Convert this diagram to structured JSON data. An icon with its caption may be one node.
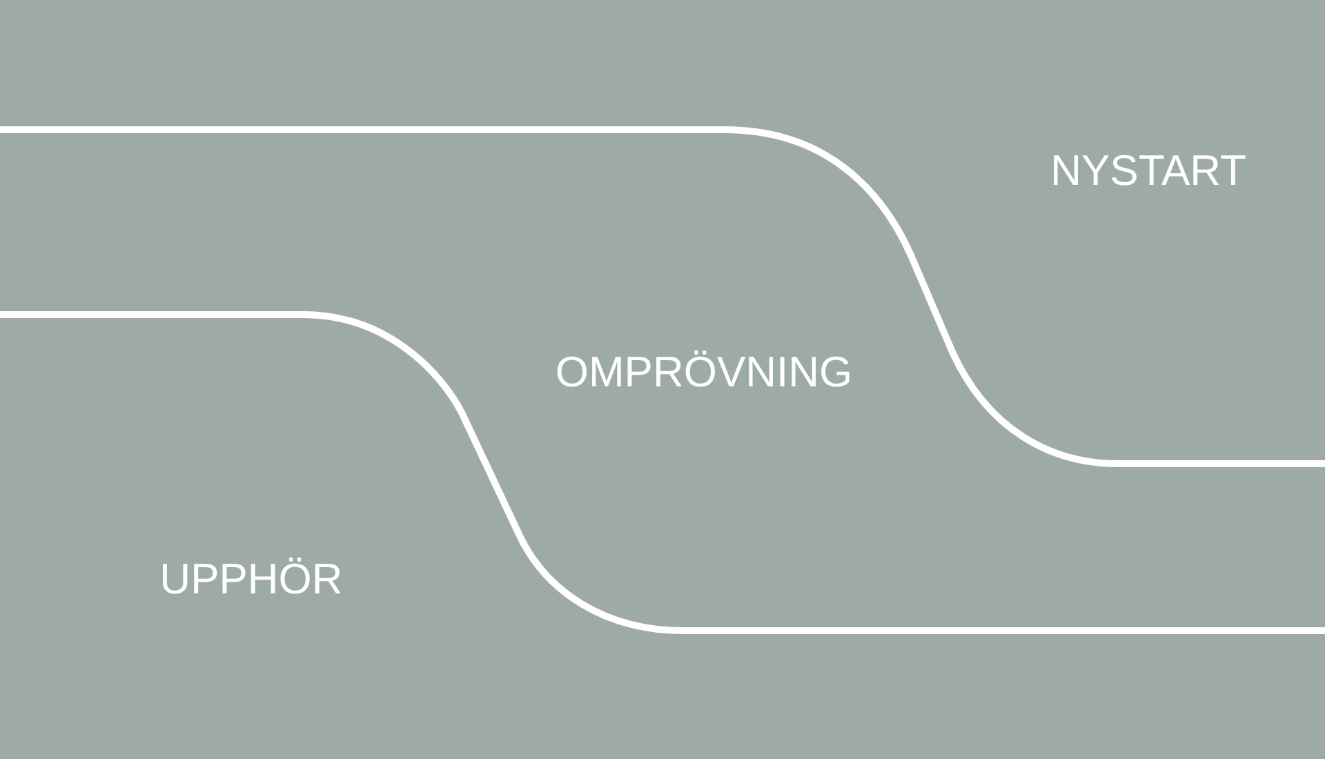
{
  "diagram": {
    "labels": [
      "NYSTART",
      "OMPRÖVNING",
      "UPPHÖR"
    ]
  }
}
